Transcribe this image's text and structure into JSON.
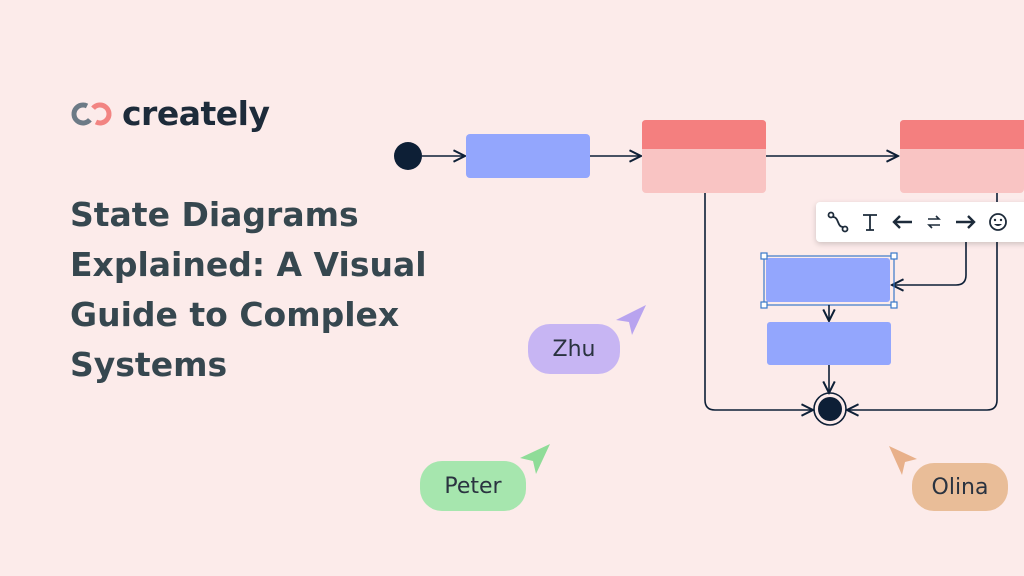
{
  "brand": {
    "name": "creately"
  },
  "headline": "State Diagrams Explained: A Visual Guide to Complex Systems",
  "colors": {
    "background": "#fcebea",
    "state_blue": "#93a6fd",
    "state_red_header": "#f47f7f",
    "state_red_body": "#f9c4c3",
    "node_dark": "#0d1f36",
    "zhu": "#c7b5f3",
    "peter": "#a6e6ae",
    "olina": "#e9bd98"
  },
  "toolbar": {
    "icons": [
      "connector-icon",
      "text-icon",
      "arrow-left-icon",
      "swap-icon",
      "arrow-right-icon",
      "emoji-icon"
    ]
  },
  "collaborators": [
    {
      "name": "Zhu"
    },
    {
      "name": "Peter"
    },
    {
      "name": "Olina"
    }
  ]
}
